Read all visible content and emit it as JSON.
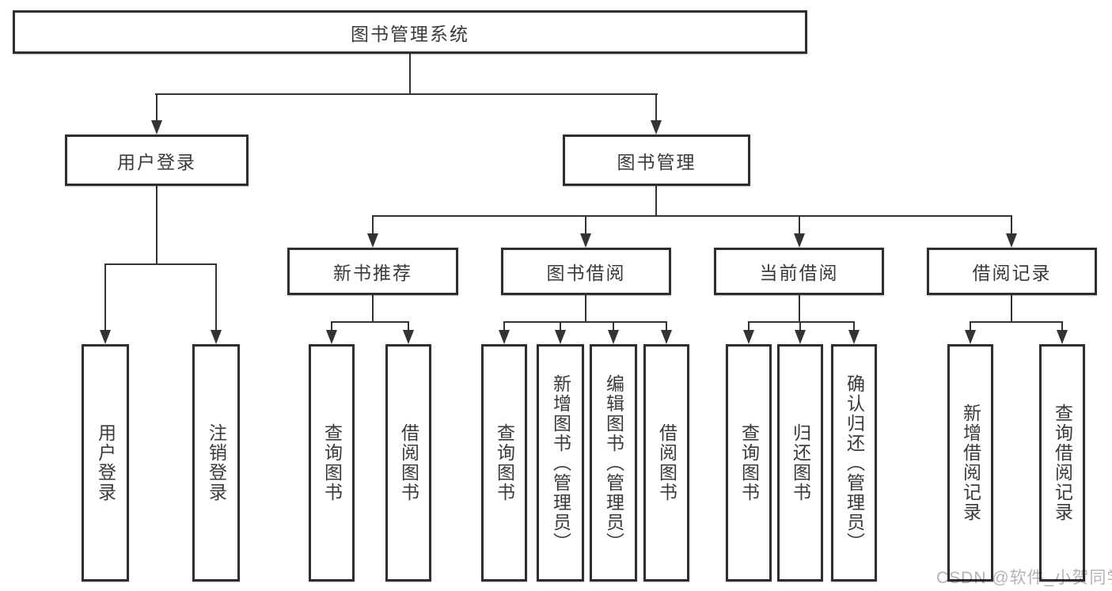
{
  "diagram": {
    "root": "图书管理系统",
    "branches": [
      {
        "label": "用户登录",
        "children": [
          "用户登录",
          "注销登录"
        ]
      },
      {
        "label": "图书管理",
        "groups": [
          {
            "label": "新书推荐",
            "children": [
              "查询图书",
              "借阅图书"
            ]
          },
          {
            "label": "图书借阅",
            "children": [
              "查询图书",
              "新增图书（管理员）",
              "编辑图书（管理员）",
              "借阅图书"
            ]
          },
          {
            "label": "当前借阅",
            "children": [
              "查询图书",
              "归还图书",
              "确认归还（管理员）"
            ]
          },
          {
            "label": "借阅记录",
            "children": [
              "新增借阅记录",
              "查询借阅记录"
            ]
          }
        ]
      }
    ]
  },
  "watermark": {
    "text": "CSDN @软件_小贺同学"
  },
  "colors": {
    "line": "#333333",
    "box_border": "#2e2e2e",
    "text": "#3a3a3a",
    "watermark": "#b3b3b3",
    "background": "#ffffff"
  }
}
